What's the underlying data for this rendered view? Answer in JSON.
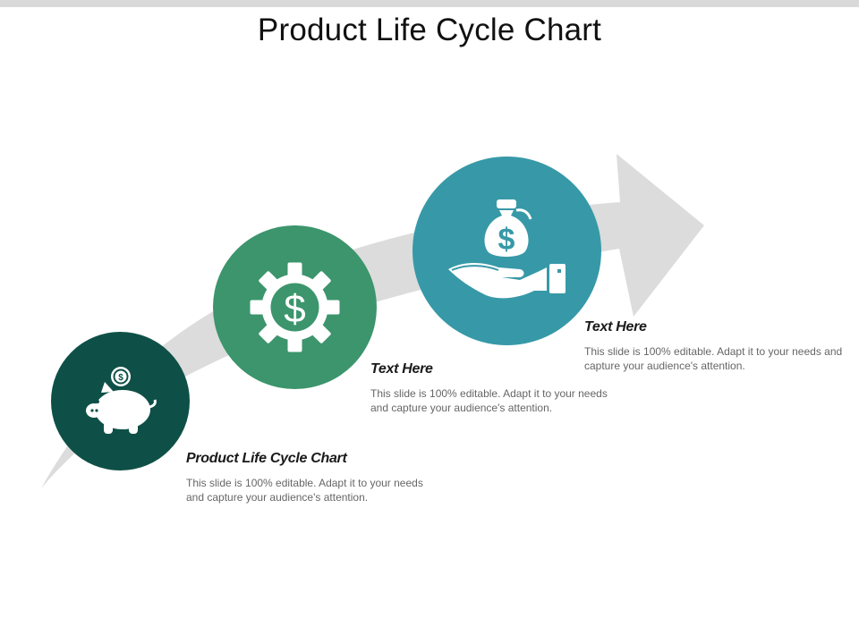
{
  "title": "Product Life Cycle Chart",
  "colors": {
    "arrow": "#dcdcdc",
    "stage_1": "#0e5047",
    "stage_2": "#3c956c",
    "stage_3": "#3799a7",
    "icon": "#ffffff"
  },
  "stages": [
    {
      "icon": "piggy-bank-icon",
      "heading": "Product Life Cycle Chart",
      "body": "This slide is 100% editable. Adapt it to your needs and capture your audience's attention."
    },
    {
      "icon": "dollar-gear-icon",
      "heading": "Text Here",
      "body": "This slide is 100% editable. Adapt it to your needs and capture your audience's attention."
    },
    {
      "icon": "money-bag-hand-icon",
      "heading": "Text Here",
      "body": "This slide is 100% editable. Adapt it to your needs and capture your audience's attention."
    }
  ]
}
